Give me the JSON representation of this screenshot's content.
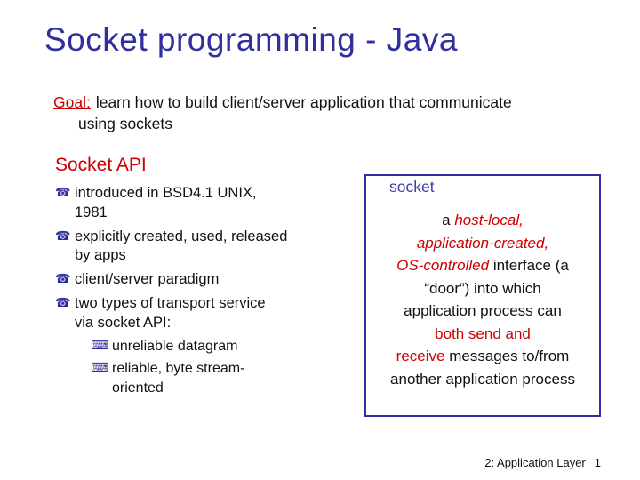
{
  "slide": {
    "title": "Socket programming - Java",
    "footer_label": "2: Application Layer",
    "page_number": "1"
  },
  "goal": {
    "label": "Goal:",
    "text": "learn how to build client/server application that communicate\nusing sockets"
  },
  "socket_api": {
    "heading": "Socket API",
    "bullets": [
      {
        "level": 1,
        "text": "introduced in BSD4.1 UNIX,\n1981"
      },
      {
        "level": 1,
        "text": "explicitly created, used, released\nby apps"
      },
      {
        "level": 1,
        "text": "client/server paradigm"
      },
      {
        "level": 1,
        "text": "two types of transport service\nvia socket API:"
      },
      {
        "level": 2,
        "text": "unreliable datagram"
      },
      {
        "level": 2,
        "text": "reliable, byte stream-\noriented"
      }
    ]
  },
  "socket_box": {
    "label": "socket",
    "segments": [
      {
        "text": "a ",
        "style": "black"
      },
      {
        "text": "host-local,",
        "style": "red-italic"
      },
      {
        "text": "\n",
        "style": "black"
      },
      {
        "text": "application-created,",
        "style": "red-italic"
      },
      {
        "text": "\n",
        "style": "black"
      },
      {
        "text": "OS-controlled ",
        "style": "red-italic"
      },
      {
        "text": "interface (a\n“door”) into which\napplication process can\n",
        "style": "black"
      },
      {
        "text": "both send and\nreceive",
        "style": "red"
      },
      {
        "text": " messages to/from\nanother application process",
        "style": "black"
      }
    ]
  },
  "icons": {
    "level1_bullet_glyph": "☎",
    "level2_bullet_glyph": "⌨"
  },
  "colors": {
    "title_blue": "#2f2f9d",
    "accent_red": "#cc0000",
    "box_border_blue": "#2f2f9d",
    "socket_label_blue": "#3d3dae"
  }
}
